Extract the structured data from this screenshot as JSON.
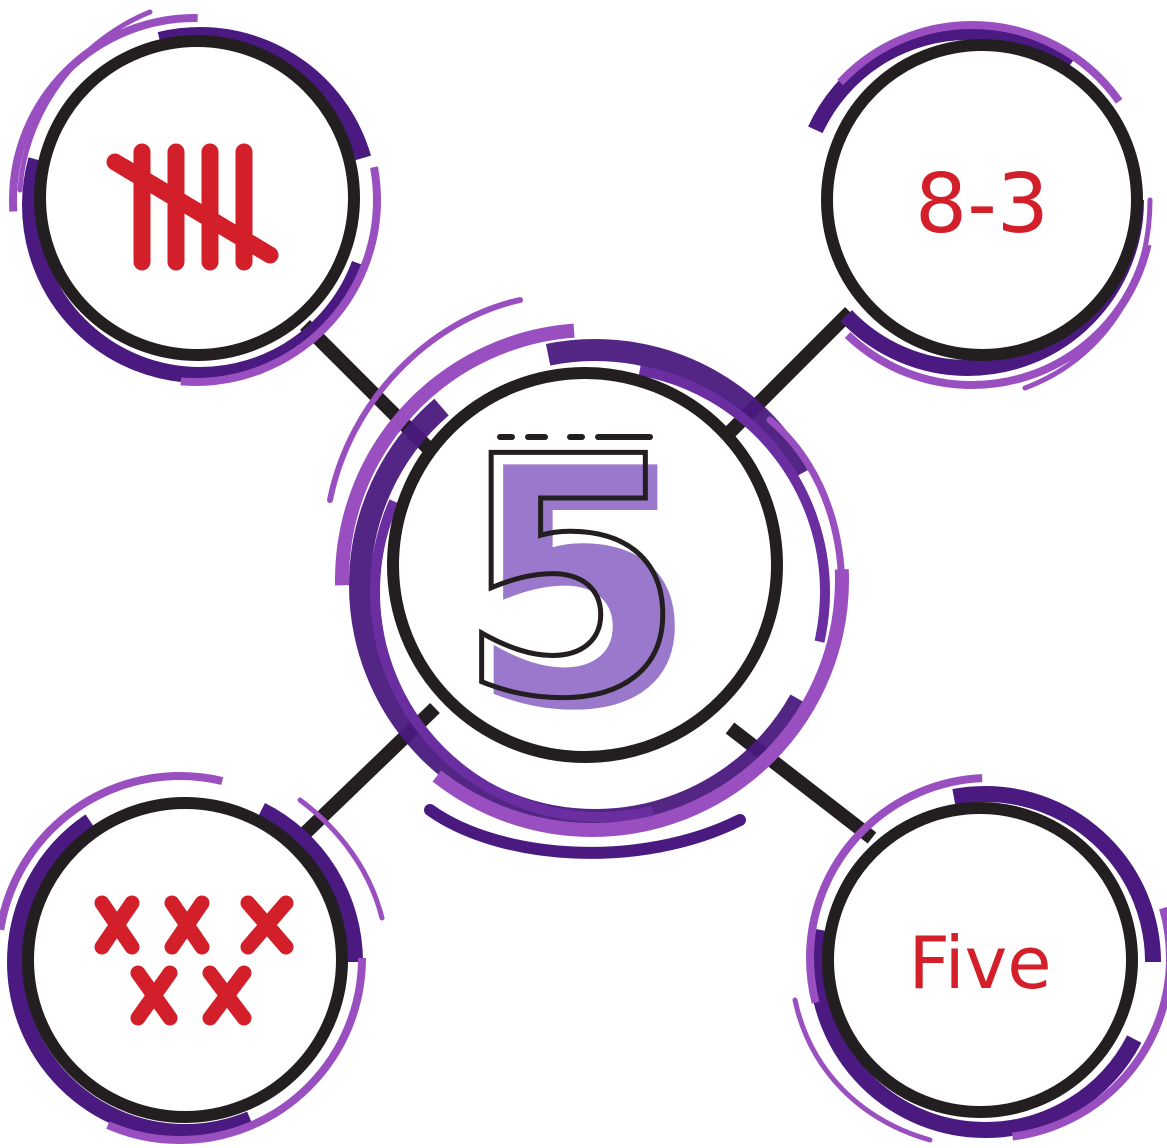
{
  "center": {
    "value": "5"
  },
  "nodes": {
    "tally": {
      "count": 5
    },
    "expression": {
      "text": "8-3"
    },
    "marks": {
      "count": 5,
      "symbol": "x"
    },
    "word": {
      "text": "Five"
    }
  },
  "colors": {
    "purple_light": "#9a4fc0",
    "purple_dark": "#4a1a80",
    "center_fill": "#9a78cc",
    "red": "#d21f2a",
    "outline": "#231f20",
    "background": "#ffffff"
  }
}
